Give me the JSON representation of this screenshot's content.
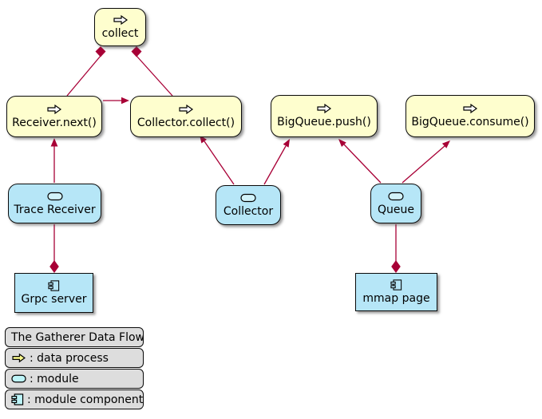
{
  "diagram": {
    "nodes": {
      "collect": {
        "label": "collect",
        "kind": "data process"
      },
      "receiver_next": {
        "label": "Receiver.next()",
        "kind": "data process"
      },
      "collector_collect": {
        "label": "Collector.collect()",
        "kind": "data process"
      },
      "bigqueue_push": {
        "label": "BigQueue.push()",
        "kind": "data process"
      },
      "bigqueue_consume": {
        "label": "BigQueue.consume()",
        "kind": "data process"
      },
      "trace_receiver": {
        "label": "Trace Receiver",
        "kind": "module"
      },
      "collector": {
        "label": "Collector",
        "kind": "module"
      },
      "queue": {
        "label": "Queue",
        "kind": "module"
      },
      "grpc_server": {
        "label": "Grpc server",
        "kind": "module component"
      },
      "mmap_page": {
        "label": "mmap page",
        "kind": "module component"
      }
    },
    "edges": [
      {
        "from": "receiver_next",
        "to": "collect",
        "style": "composition-diamond-at-collect"
      },
      {
        "from": "collector_collect",
        "to": "collect",
        "style": "composition-diamond-at-collect"
      },
      {
        "from": "receiver_next",
        "to": "collector_collect",
        "style": "arrow"
      },
      {
        "from": "trace_receiver",
        "to": "receiver_next",
        "style": "arrow"
      },
      {
        "from": "collector",
        "to": "collector_collect",
        "style": "arrow"
      },
      {
        "from": "collector",
        "to": "bigqueue_push",
        "style": "arrow"
      },
      {
        "from": "queue",
        "to": "bigqueue_push",
        "style": "arrow"
      },
      {
        "from": "queue",
        "to": "bigqueue_consume",
        "style": "arrow"
      },
      {
        "from": "trace_receiver",
        "to": "grpc_server",
        "style": "composition-diamond-at-grpc_server"
      },
      {
        "from": "queue",
        "to": "mmap_page",
        "style": "composition-diamond-at-mmap_page"
      }
    ],
    "legend": {
      "title": "The Gatherer Data Flow",
      "items": [
        {
          "icon": "data-process-arrow-icon",
          "label": ": data process"
        },
        {
          "icon": "module-oval-icon",
          "label": ": module"
        },
        {
          "icon": "module-component-icon",
          "label": ": module component"
        }
      ]
    },
    "colors": {
      "process_fill": "#fefece",
      "module_fill": "#b6e6f7",
      "edge": "#a80036",
      "legend_fill": "#dddddd",
      "border": "#0a0a0a"
    }
  }
}
